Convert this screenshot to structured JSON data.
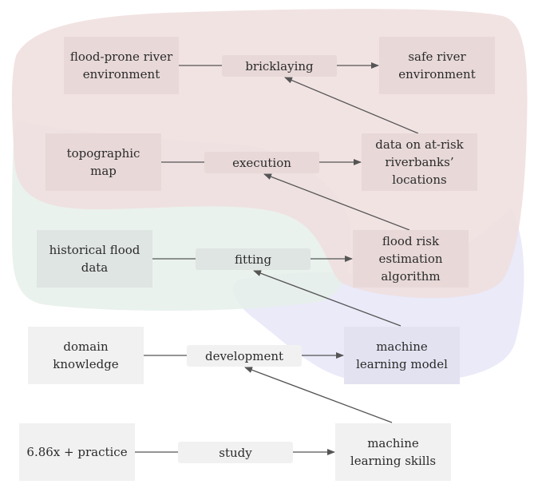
{
  "nodes": [
    {
      "id": "flood-prone",
      "text": "flood-prone river\nenvironment"
    },
    {
      "id": "safe-river",
      "text": "safe river\nenvironment"
    },
    {
      "id": "topo-map",
      "text": "topographic\nmap"
    },
    {
      "id": "at-risk-data",
      "text": "data on at-risk\nriverbanks’\nlocations"
    },
    {
      "id": "historical",
      "text": "historical flood\ndata"
    },
    {
      "id": "risk-algo",
      "text": "flood risk\nestimation\nalgorithm"
    },
    {
      "id": "domain-knowledge",
      "text": "domain\nknowledge"
    },
    {
      "id": "ml-model",
      "text": "machine\nlearning model"
    },
    {
      "id": "course-practice",
      "text": "6.86x + practice"
    },
    {
      "id": "ml-skills",
      "text": "machine\nlearning skills"
    }
  ],
  "processes": [
    {
      "id": "bricklaying",
      "text": "bricklaying"
    },
    {
      "id": "execution",
      "text": "execution"
    },
    {
      "id": "fitting",
      "text": "fitting"
    },
    {
      "id": "development",
      "text": "development"
    },
    {
      "id": "study",
      "text": "study"
    }
  ],
  "colors": {
    "pink_region": "#f0dede",
    "blue_region": "#e6e6f8",
    "green_region": "#e6f0ea",
    "arrow": "#555555"
  }
}
